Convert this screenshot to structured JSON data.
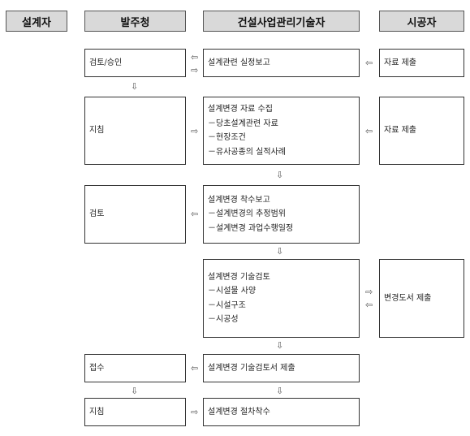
{
  "headers": {
    "designer": "설계자",
    "client": "발주청",
    "supervisor": "건설사업관리기술자",
    "contractor": "시공자"
  },
  "client_boxes": {
    "review_approve": "검토/승인",
    "instruct1": "지침",
    "review": "검토",
    "receive": "접수",
    "instruct2": "지침"
  },
  "supervisor_boxes": {
    "report": "설계관련 실정보고",
    "collect": [
      "설계변경 자료 수집",
      "－당초설계관련 자료",
      "－현장조건",
      "－유사공종의 실적사례"
    ],
    "start_report": [
      "설계변경 착수보고",
      "－설계변경의 추정범위",
      "－설계변경 과업수행일정"
    ],
    "tech_review": [
      "설계변경 기술검토",
      "－시설물 사양",
      "－시설구조",
      "－시공성"
    ],
    "submit": "설계변경 기술검토서 제출",
    "procedure": "설계변경 절차착수"
  },
  "contractor_boxes": {
    "data1": "자료 제출",
    "data2": "자료 제출",
    "drawings": "변경도서 제출"
  },
  "arrows": {
    "left": "⇦",
    "right": "⇨",
    "down": "⇩"
  }
}
